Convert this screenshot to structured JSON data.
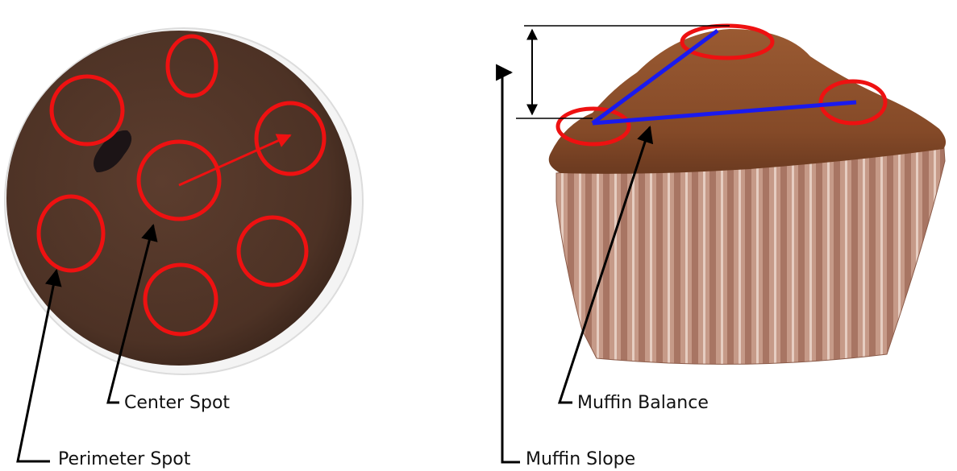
{
  "labels": {
    "center_spot": "Center Spot",
    "perimeter_spot": "Perimeter Spot",
    "muffin_balance": "Muffin Balance",
    "muffin_slope": "Muffin Slope"
  },
  "colors": {
    "spot_marker": "#ee1111",
    "balance_line": "#1a1aee",
    "leader_line": "#000000",
    "muffin_top_dark": "#4f3326",
    "muffin_top_crown": "#8a4e2b",
    "liner": "#b98a78"
  }
}
